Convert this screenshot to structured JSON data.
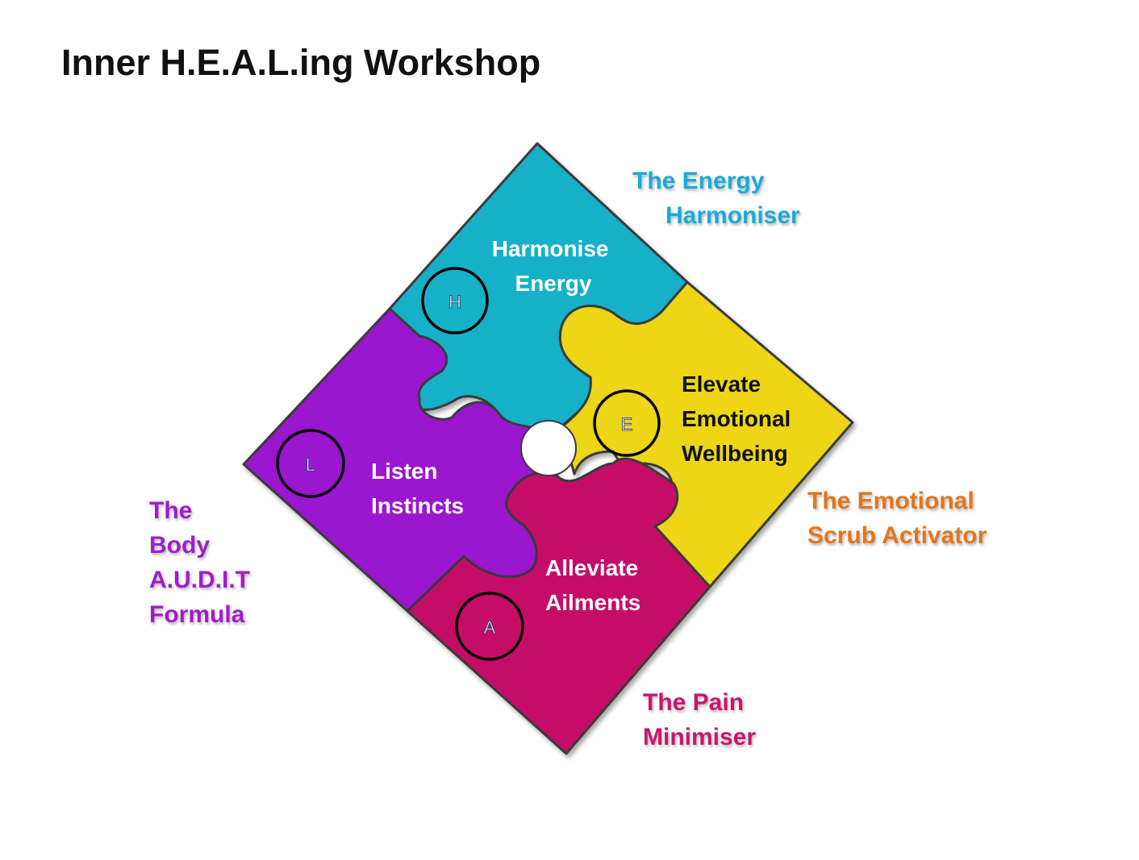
{
  "title": "Inner H.E.A.L.ing Workshop",
  "colors": {
    "harmonise": "#12b1c8",
    "elevate": "#ecd615",
    "alleviate": "#c50868",
    "listen": "#9a18cf",
    "energy_caption": "#1faad6",
    "emotional_caption": "#e2761c",
    "pain_caption": "#c8136e",
    "body_caption": "#a11dc9",
    "piece_outline": "#3a3a3a"
  },
  "pieces": {
    "harmonise": {
      "letter": "H",
      "label_lines": [
        "Harmonise",
        "Energy"
      ]
    },
    "elevate": {
      "letter": "E",
      "label_lines": [
        "Elevate",
        "Emotional",
        "Wellbeing"
      ]
    },
    "alleviate": {
      "letter": "A",
      "label_lines": [
        "Alleviate",
        "Ailments"
      ]
    },
    "listen": {
      "letter": "L",
      "label_lines": [
        "Listen",
        "Instincts"
      ]
    }
  },
  "captions": {
    "energy": [
      "The Energy",
      "Harmoniser"
    ],
    "emotional": [
      "The Emotional",
      "Scrub Activator"
    ],
    "pain": [
      "The Pain",
      "Minimiser"
    ],
    "body": [
      "The",
      "Body",
      "A.U.D.I.T",
      "Formula"
    ]
  }
}
